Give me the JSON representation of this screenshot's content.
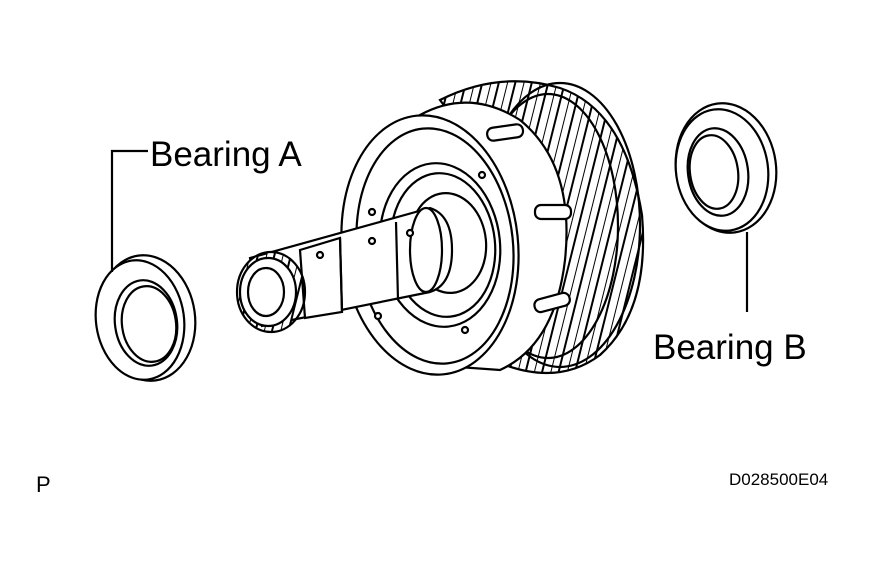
{
  "labels": {
    "bearing_a": "Bearing A",
    "bearing_b": "Bearing B"
  },
  "corner_mark": "P",
  "figure_code": "D028500E04",
  "colors": {
    "line": "#000000",
    "background": "#ffffff"
  }
}
